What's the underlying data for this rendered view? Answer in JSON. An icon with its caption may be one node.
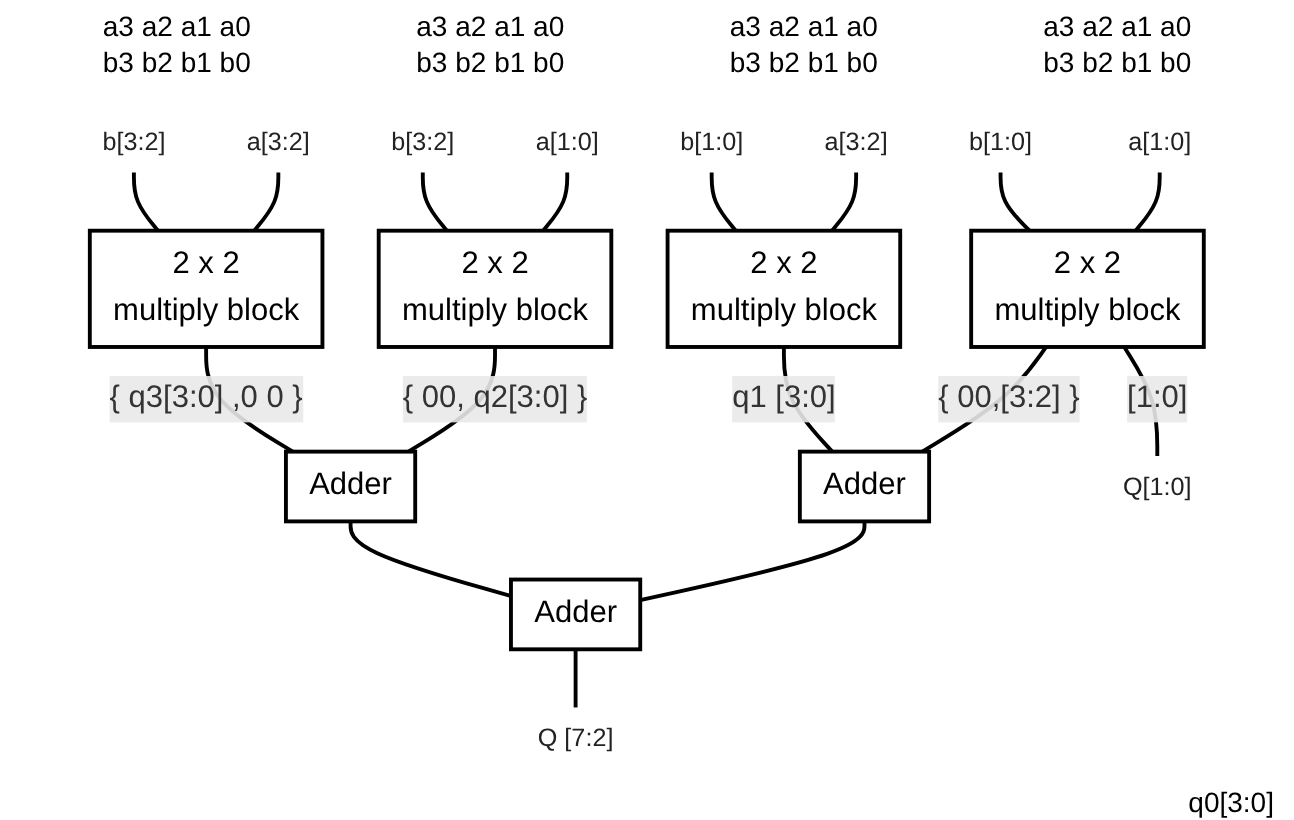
{
  "diagram": {
    "nodes": [
      {
        "text": [
          "b[3:2]"
        ]
      },
      {
        "text": [
          "a[3:2]"
        ]
      },
      {
        "text": [
          "b[3:2]"
        ]
      },
      {
        "text": [
          "a[1:0]"
        ]
      },
      {
        "text": [
          "b[1:0]"
        ]
      },
      {
        "text": [
          "a[3:2]"
        ]
      },
      {
        "text": [
          "b[1:0]"
        ]
      },
      {
        "text": [
          "a[1:0]"
        ]
      },
      {
        "text": [
          "2 x 2",
          "multiply block"
        ]
      },
      {
        "text": [
          "2 x 2",
          "multiply block"
        ]
      },
      {
        "text": [
          "2 x 2",
          "multiply block"
        ]
      },
      {
        "text": [
          "2 x 2",
          "multiply block"
        ]
      },
      {
        "text": [
          "Adder"
        ]
      },
      {
        "text": [
          "Adder"
        ]
      },
      {
        "text": [
          "Adder"
        ]
      },
      {
        "text": [
          "Q [7:2]"
        ]
      },
      {
        "text": [
          "Q[1:0]"
        ]
      }
    ],
    "edges": [
      {
        "from": 0,
        "to": 8,
        "arrow": "none"
      },
      {
        "from": 1,
        "to": 8,
        "arrow": "none"
      },
      {
        "from": 2,
        "to": 9,
        "arrow": "none"
      },
      {
        "from": 3,
        "to": 9,
        "arrow": "none"
      },
      {
        "from": 4,
        "to": 10,
        "arrow": "none"
      },
      {
        "from": 5,
        "to": 10,
        "arrow": "none"
      },
      {
        "from": 6,
        "to": 11,
        "arrow": "none"
      },
      {
        "from": 7,
        "to": 11,
        "arrow": "none"
      },
      {
        "from": 8,
        "to": 12,
        "arrow": "none",
        "label": "{ q3[3:0] ,0 0 }"
      },
      {
        "from": 9,
        "to": 12,
        "arrow": "none",
        "label": "{ 00, q2[3:0] }"
      },
      {
        "from": 10,
        "to": 13,
        "arrow": "none",
        "label": "q1 [3:0]"
      },
      {
        "from": 11,
        "to": 13,
        "arrow": "none",
        "label": "{ 00,[3:2] }"
      },
      {
        "from": 11,
        "to": 16,
        "arrow": "none",
        "label": "[1:0]"
      },
      {
        "from": 12,
        "to": 14,
        "arrow": "none"
      },
      {
        "from": 13,
        "to": 14,
        "arrow": "none"
      },
      {
        "from": 14,
        "to": 15,
        "arrow": "none"
      }
    ],
    "labels": [
      "a3 a2 a1 a0",
      "b3 b2 b1 b0",
      "a3 a2 a1 a0",
      "b3 b2 b1 b0",
      "a3 a2 a1 a0",
      "b3 b2 b1 b0",
      "a3 a2 a1 a0",
      "b3 b2 b1 b0",
      "q0[3:0]"
    ]
  }
}
